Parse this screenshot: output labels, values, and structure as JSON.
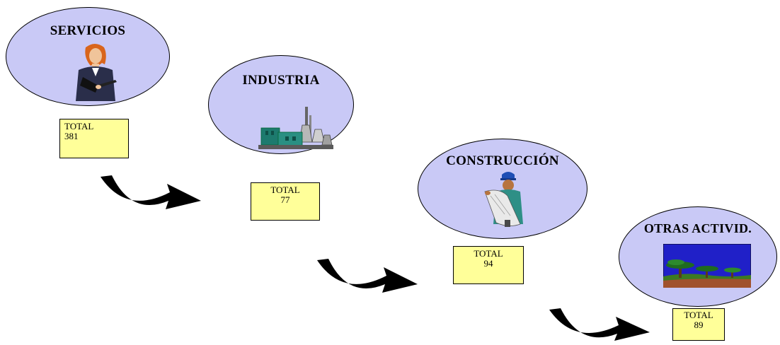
{
  "sectors": [
    {
      "name": "SERVICIOS",
      "total_label": "TOTAL",
      "total": "381",
      "icon": "businesswoman-icon"
    },
    {
      "name": "INDUSTRIA",
      "total_label": "TOTAL",
      "total": "77",
      "icon": "factory-icon"
    },
    {
      "name": "CONSTRUCCIÓN",
      "total_label": "TOTAL",
      "total": "94",
      "icon": "construction-worker-icon"
    },
    {
      "name": "OTRAS ACTIVID.",
      "total_label": "TOTAL",
      "total": "89",
      "icon": "landscape-icon"
    }
  ],
  "colors": {
    "ellipse_fill": "#c9c9f6",
    "box_fill": "#ffff99",
    "arrow": "#000000"
  }
}
